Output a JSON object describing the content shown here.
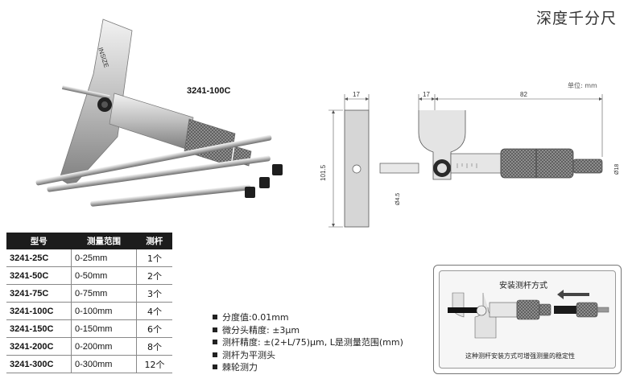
{
  "title": "深度千分尺",
  "model": "3241-100C",
  "unit_note": "单位: mm",
  "dimensions": {
    "front_width": "17",
    "front_height": "101.5",
    "side_base_width": "17",
    "side_length": "82",
    "rod_diameter": "Ø4.5",
    "thimble_diameter": "Ø18"
  },
  "table": {
    "headers": [
      "型号",
      "测量范围",
      "测杆"
    ],
    "rows": [
      [
        "3241-25C",
        "0-25mm",
        "1个"
      ],
      [
        "3241-50C",
        "0-50mm",
        "2个"
      ],
      [
        "3241-75C",
        "0-75mm",
        "3个"
      ],
      [
        "3241-100C",
        "0-100mm",
        "4个"
      ],
      [
        "3241-150C",
        "0-150mm",
        "6个"
      ],
      [
        "3241-200C",
        "0-200mm",
        "8个"
      ],
      [
        "3241-300C",
        "0-300mm",
        "12个"
      ]
    ]
  },
  "features": [
    "分度值:0.01mm",
    "微分头精度: ±3μm",
    "测杆精度: ±(2+L/75)μm, L是测量范围(mm)",
    "测杆为平测头",
    "棘轮测力"
  ],
  "inset": {
    "title": "安装测杆方式",
    "caption": "这种测杆安装方式可增强测量的稳定性"
  }
}
